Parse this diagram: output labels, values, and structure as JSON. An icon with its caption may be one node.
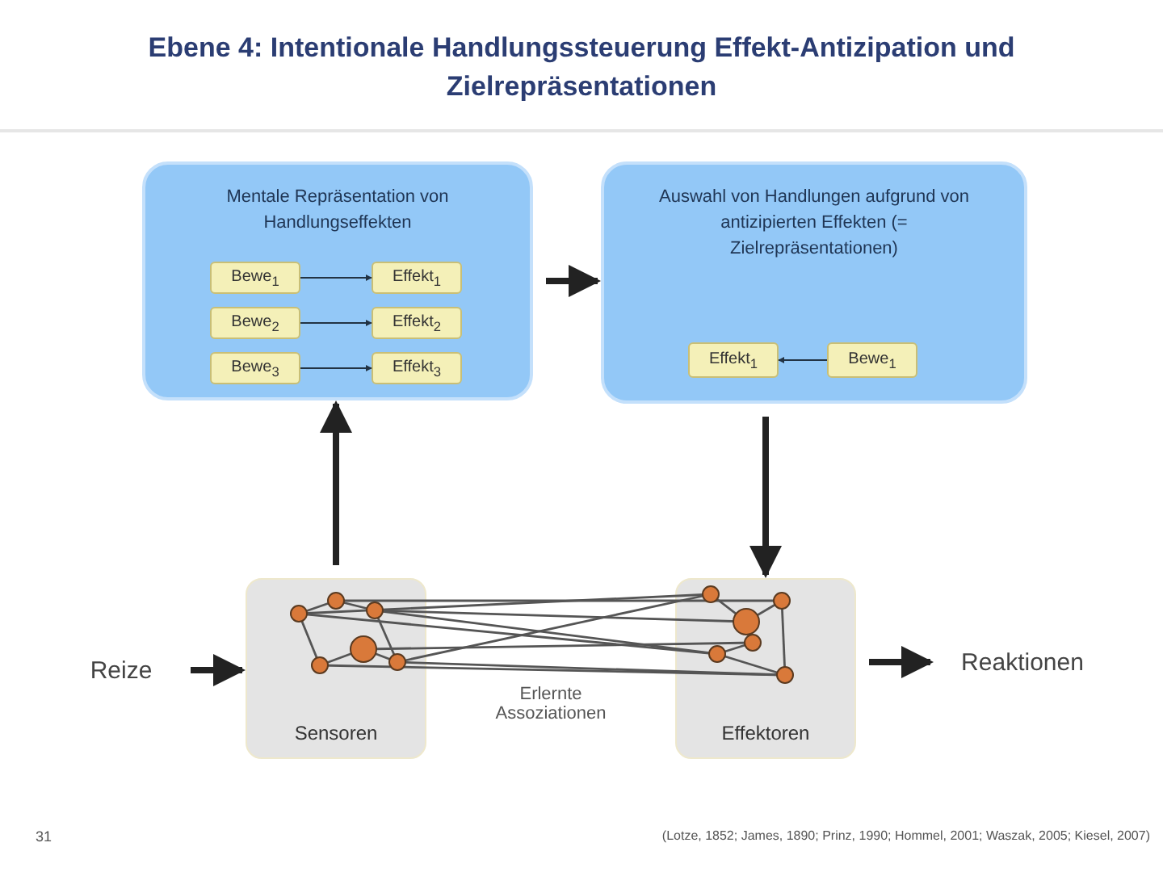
{
  "diagram": {
    "title": "Ebene 4: Intentionale Handlungssteuerung Effekt-Antizipation und Zielrepräsentationen",
    "nodes": [
      {
        "text": [
          "Mentale Repräsentation von Handlungseffekten"
        ]
      },
      {
        "text": [
          "Bewe$_{1}$"
        ],
        "in": 0
      },
      {
        "text": [
          "Effekt$_{1}$"
        ],
        "in": 0
      },
      {
        "text": [
          "Bewe$_{2}$"
        ],
        "in": 0
      },
      {
        "text": [
          "Effekt$_{2}$"
        ],
        "in": 0
      },
      {
        "text": [
          "Bewe$_{3}$"
        ],
        "in": 0
      },
      {
        "text": [
          "Effekt$_{3}$"
        ],
        "in": 0
      },
      {
        "text": [
          "Auswahl von Handlungen aufgrund von antizipierten Effekten (= Zielrepräsentationen)"
        ]
      },
      {
        "text": [
          "Effekt$_{1}$"
        ],
        "in": 7
      },
      {
        "text": [
          "Bewe$_{1}$"
        ],
        "in": 7
      },
      {
        "text": [
          "Reize"
        ]
      },
      {
        "text": [
          "Sensoren"
        ]
      },
      {
        "text": [
          "Effektoren"
        ]
      },
      {
        "text": [
          "Reaktionen"
        ]
      }
    ],
    "edges": [
      {
        "from": 1,
        "to": 2,
        "arrow": "to"
      },
      {
        "from": 3,
        "to": 4,
        "arrow": "to"
      },
      {
        "from": 5,
        "to": 6,
        "arrow": "to"
      },
      {
        "from": 0,
        "to": 7,
        "arrow": "to"
      },
      {
        "from": 9,
        "to": 8,
        "arrow": "to"
      },
      {
        "from": 11,
        "to": 0,
        "arrow": "to"
      },
      {
        "from": 7,
        "to": 12,
        "arrow": "to"
      },
      {
        "from": 10,
        "to": 11,
        "arrow": "to"
      },
      {
        "from": 12,
        "to": 13,
        "arrow": "to"
      }
    ],
    "labels": [
      "Erlernte Assoziationen",
      "31",
      "(Lotze, 1852; James, 1890; Prinz, 1990; Hommel, 2001; Waszak, 2005; Kiesel, 2007)"
    ]
  }
}
